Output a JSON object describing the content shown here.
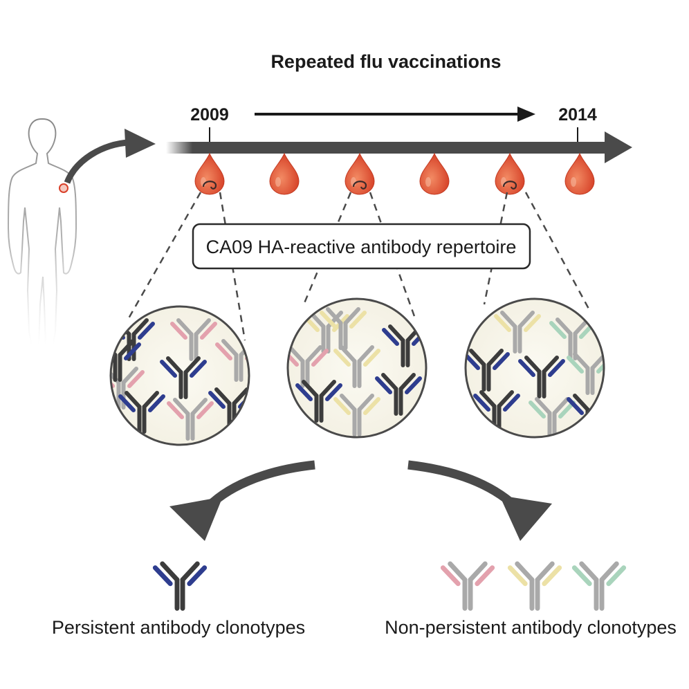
{
  "title": "Repeated flu vaccinations",
  "timeline": {
    "start_year": "2009",
    "end_year": "2014",
    "blood_draws": 6
  },
  "repertoire_label": "CA09 HA-reactive antibody repertoire",
  "outcomes": {
    "persistent_label": "Persistent antibody clonotypes",
    "non_persistent_label": "Non-persistent antibody clonotypes"
  },
  "colors": {
    "persistent": "#2e3d8f",
    "pink": "#e3a1ad",
    "yellow": "#ece1a6",
    "green": "#a9d4bc",
    "blood": "#e2563a",
    "arrow": "#4a4a4a"
  }
}
